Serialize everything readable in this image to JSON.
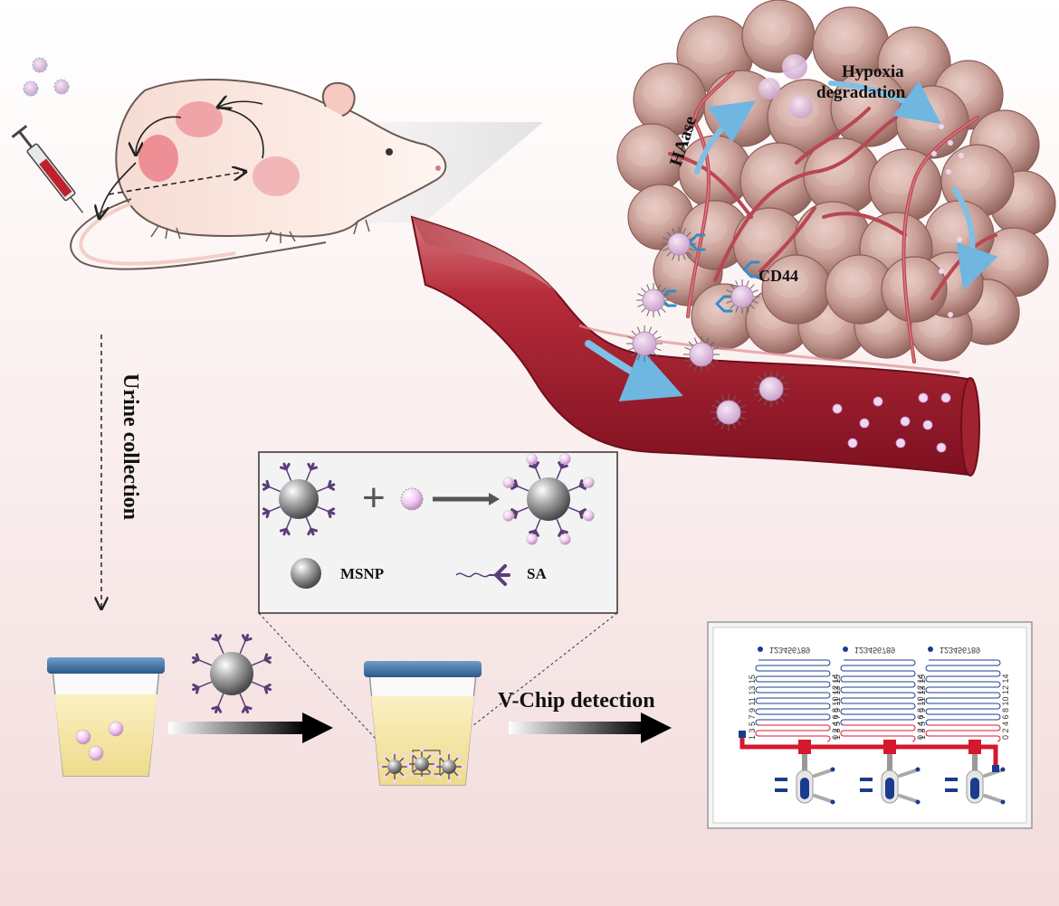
{
  "labels": {
    "haase": "HAase",
    "hypoxia": "Hypoxia",
    "degradation": "degradation",
    "cd44": "CD44",
    "urine_collection": "Urine collection",
    "msnp": "MSNP",
    "sa": "SA",
    "vchip": "V-Chip detection",
    "chip_numbers_top": "123456789",
    "chip_numbers_left": "1 3 5 7 9 11 13 15",
    "chip_numbers_right": "0 2 4 6 8 10 12 14"
  },
  "colors": {
    "tumor_cell": "#c79a93",
    "vessel": "#9c1d2b",
    "arrow_blue": "#6fb6e0",
    "msnp_gray": "#8f8f8f",
    "sa_purple": "#5a3d7a",
    "particle_pink": "#e9c4ea",
    "chip_red": "#d5182c",
    "chip_blue": "#1b3c8c",
    "urine_yellow": "#f3e3a2",
    "lid_blue": "#3c6e9e"
  }
}
